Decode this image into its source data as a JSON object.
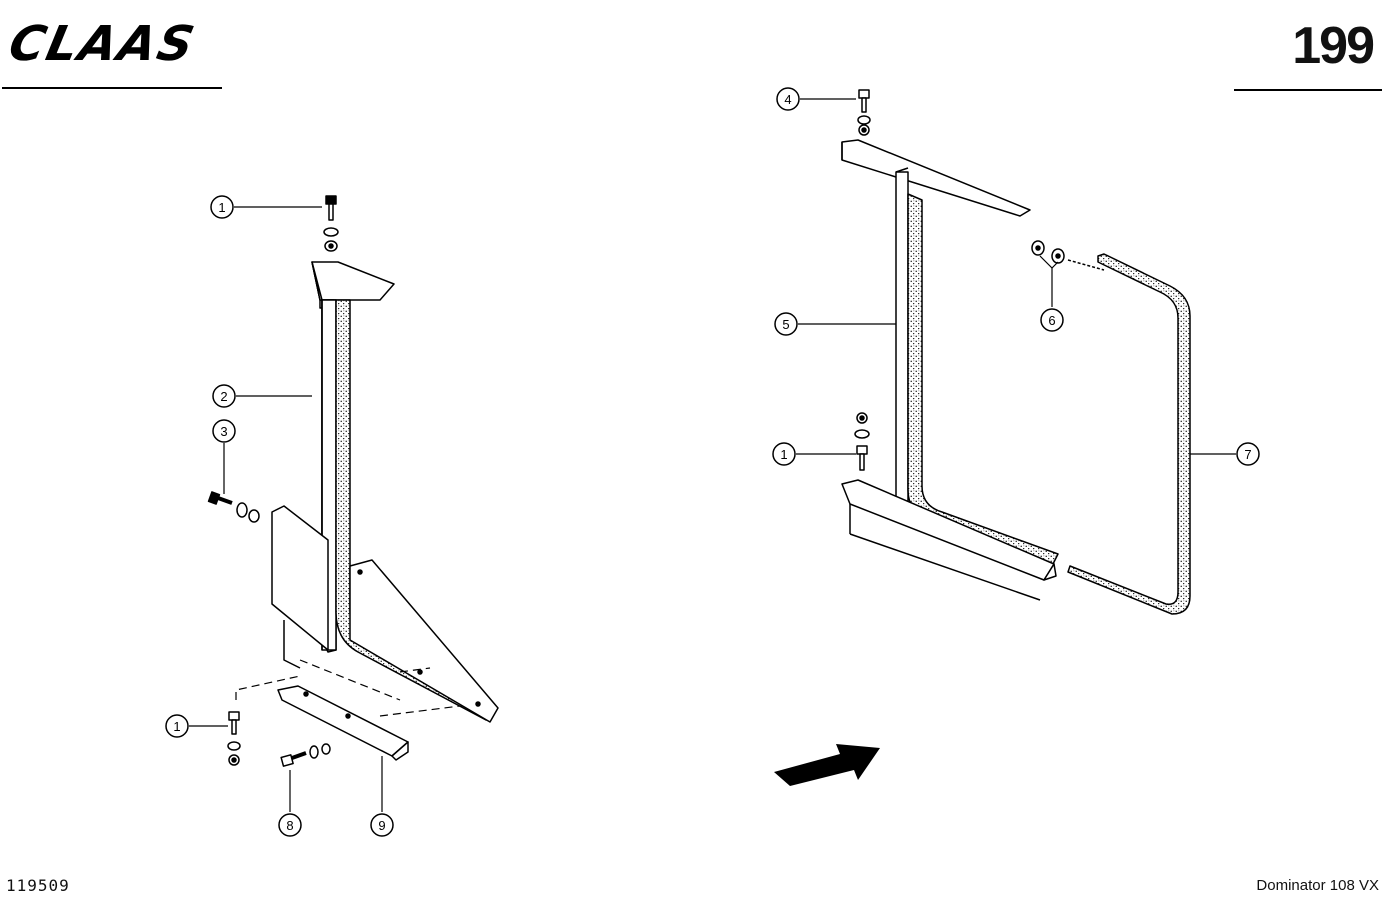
{
  "header": {
    "brand": "CLAAS",
    "page_number": "199"
  },
  "footer": {
    "drawing_id": "119509",
    "model": "Dominator 108 VX"
  },
  "callouts": {
    "left_bolt_top": "1",
    "left_panel": "2",
    "left_side_bolt": "3",
    "left_bolt_bottom": "1",
    "left_bottom_bolt": "8",
    "left_bottom_rail": "9",
    "right_top_bolt": "4",
    "right_panel": "5",
    "right_nuts": "6",
    "right_bolt": "1",
    "right_seal_strip": "7"
  }
}
